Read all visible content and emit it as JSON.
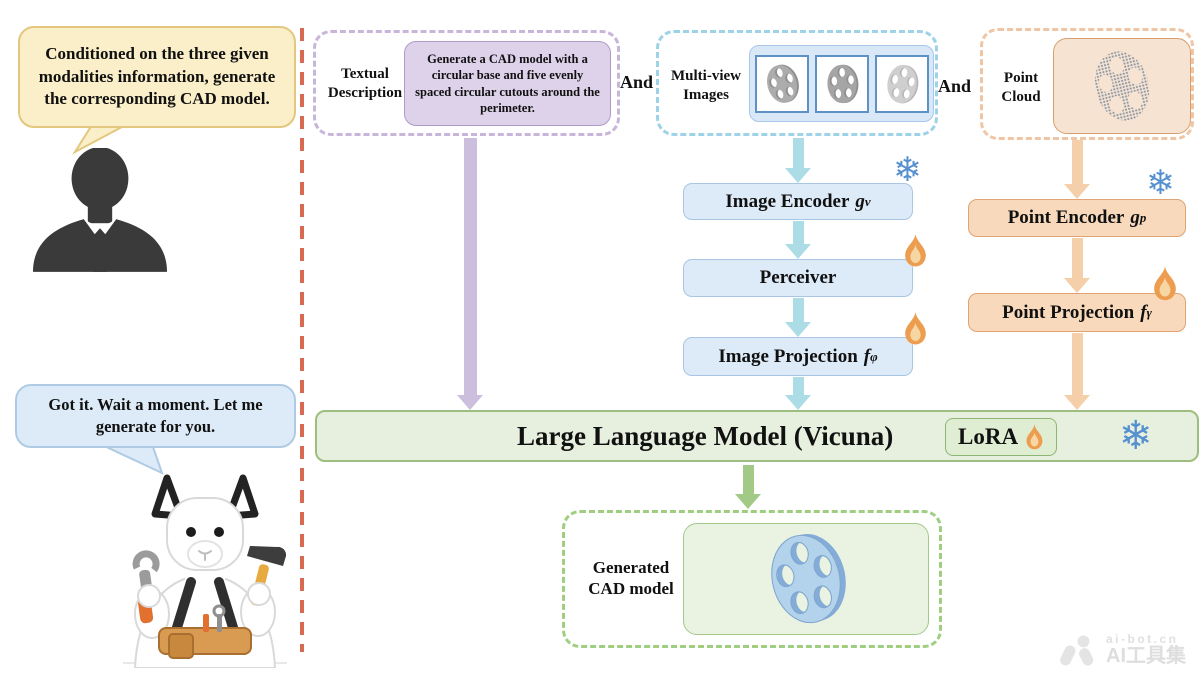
{
  "conversation": {
    "user_bubble": "Conditioned on the three given modalities information, generate the corresponding CAD model.",
    "assistant_bubble": "Got it. Wait a moment. Let me generate for you."
  },
  "modalities": {
    "textual": {
      "label": "Textual Description",
      "prompt": "Generate a CAD model with a circular base and five evenly spaced circular cutouts around the perimeter."
    },
    "and_1": "And",
    "multiview": {
      "label": "Multi-view Images"
    },
    "and_2": "And",
    "pointcloud": {
      "label": "Point Cloud"
    }
  },
  "image_branch": {
    "encoder_label": "Image Encoder",
    "encoder_symbol": "g",
    "encoder_sub": "v",
    "perceiver_label": "Perceiver",
    "projection_label": "Image Projection",
    "projection_symbol": "f",
    "projection_sub": "φ"
  },
  "point_branch": {
    "encoder_label": "Point Encoder",
    "encoder_symbol": "g",
    "encoder_sub": "p",
    "projection_label": "Point Projection",
    "projection_symbol": "f",
    "projection_sub": "γ"
  },
  "llm": {
    "label": "Large Language Model (Vicuna)",
    "lora": "LoRA"
  },
  "output": {
    "label": "Generated CAD model"
  },
  "watermark": {
    "site": "ai-bot.cn",
    "name": "AI工具集"
  },
  "icons": {
    "frozen": "snowflake-icon means frozen weights",
    "flame": "flame-icon means trainable weights"
  },
  "colors": {
    "textual_branch": "#C7B6DA",
    "image_branch": "#9ED2E6",
    "point_branch": "#F0C5A3",
    "llm_green": "#9CBE7E",
    "divider_red": "#D96A52",
    "snowflake_blue": "#5590CF",
    "flame_orange": "#EC9D4F"
  }
}
